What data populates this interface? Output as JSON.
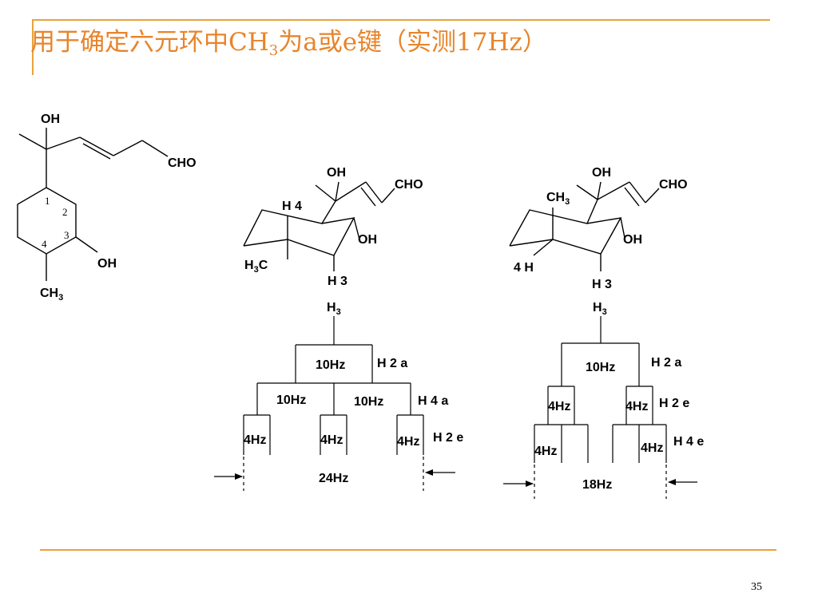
{
  "slide": {
    "title_prefix": "用于确定六元环中CH",
    "title_sub": "3",
    "title_suffix": "为a或e键（实测17Hz）",
    "page_number": "35",
    "accent_color": "#e8a33a",
    "title_color": "#e8842a"
  },
  "structure_left": {
    "oh_top": "OH",
    "cho": "CHO",
    "oh_ring": "OH",
    "ch3": "CH3",
    "ring_numbers": [
      "1",
      "2",
      "3",
      "4"
    ]
  },
  "structure_middle": {
    "oh_top": "OH",
    "cho": "CHO",
    "h4": "H 4",
    "oh_ring": "OH",
    "h3c": "H3C",
    "h3": "H 3"
  },
  "structure_right": {
    "oh_top": "OH",
    "cho": "CHO",
    "ch3": "CH3",
    "oh_ring": "OH",
    "h4": "4 H",
    "h3": "H 3"
  },
  "splitting_middle": {
    "proton": "H3",
    "level1": {
      "coupling": "10Hz",
      "label": "H 2  a"
    },
    "level2": {
      "couplings": [
        "10Hz",
        "10Hz"
      ],
      "label": "H 4  a"
    },
    "level3": {
      "couplings": [
        "4Hz",
        "4Hz",
        "4Hz"
      ],
      "label": "H 2  e"
    },
    "total": "24Hz"
  },
  "splitting_right": {
    "proton": "H3",
    "level1": {
      "coupling": "10Hz",
      "label": "H 2  a"
    },
    "level2": {
      "couplings": [
        "4Hz",
        "4Hz"
      ],
      "label": "H 2  e"
    },
    "level3": {
      "couplings": [
        "4Hz",
        "4Hz"
      ],
      "label": "H 4  e"
    },
    "total": "18Hz"
  }
}
